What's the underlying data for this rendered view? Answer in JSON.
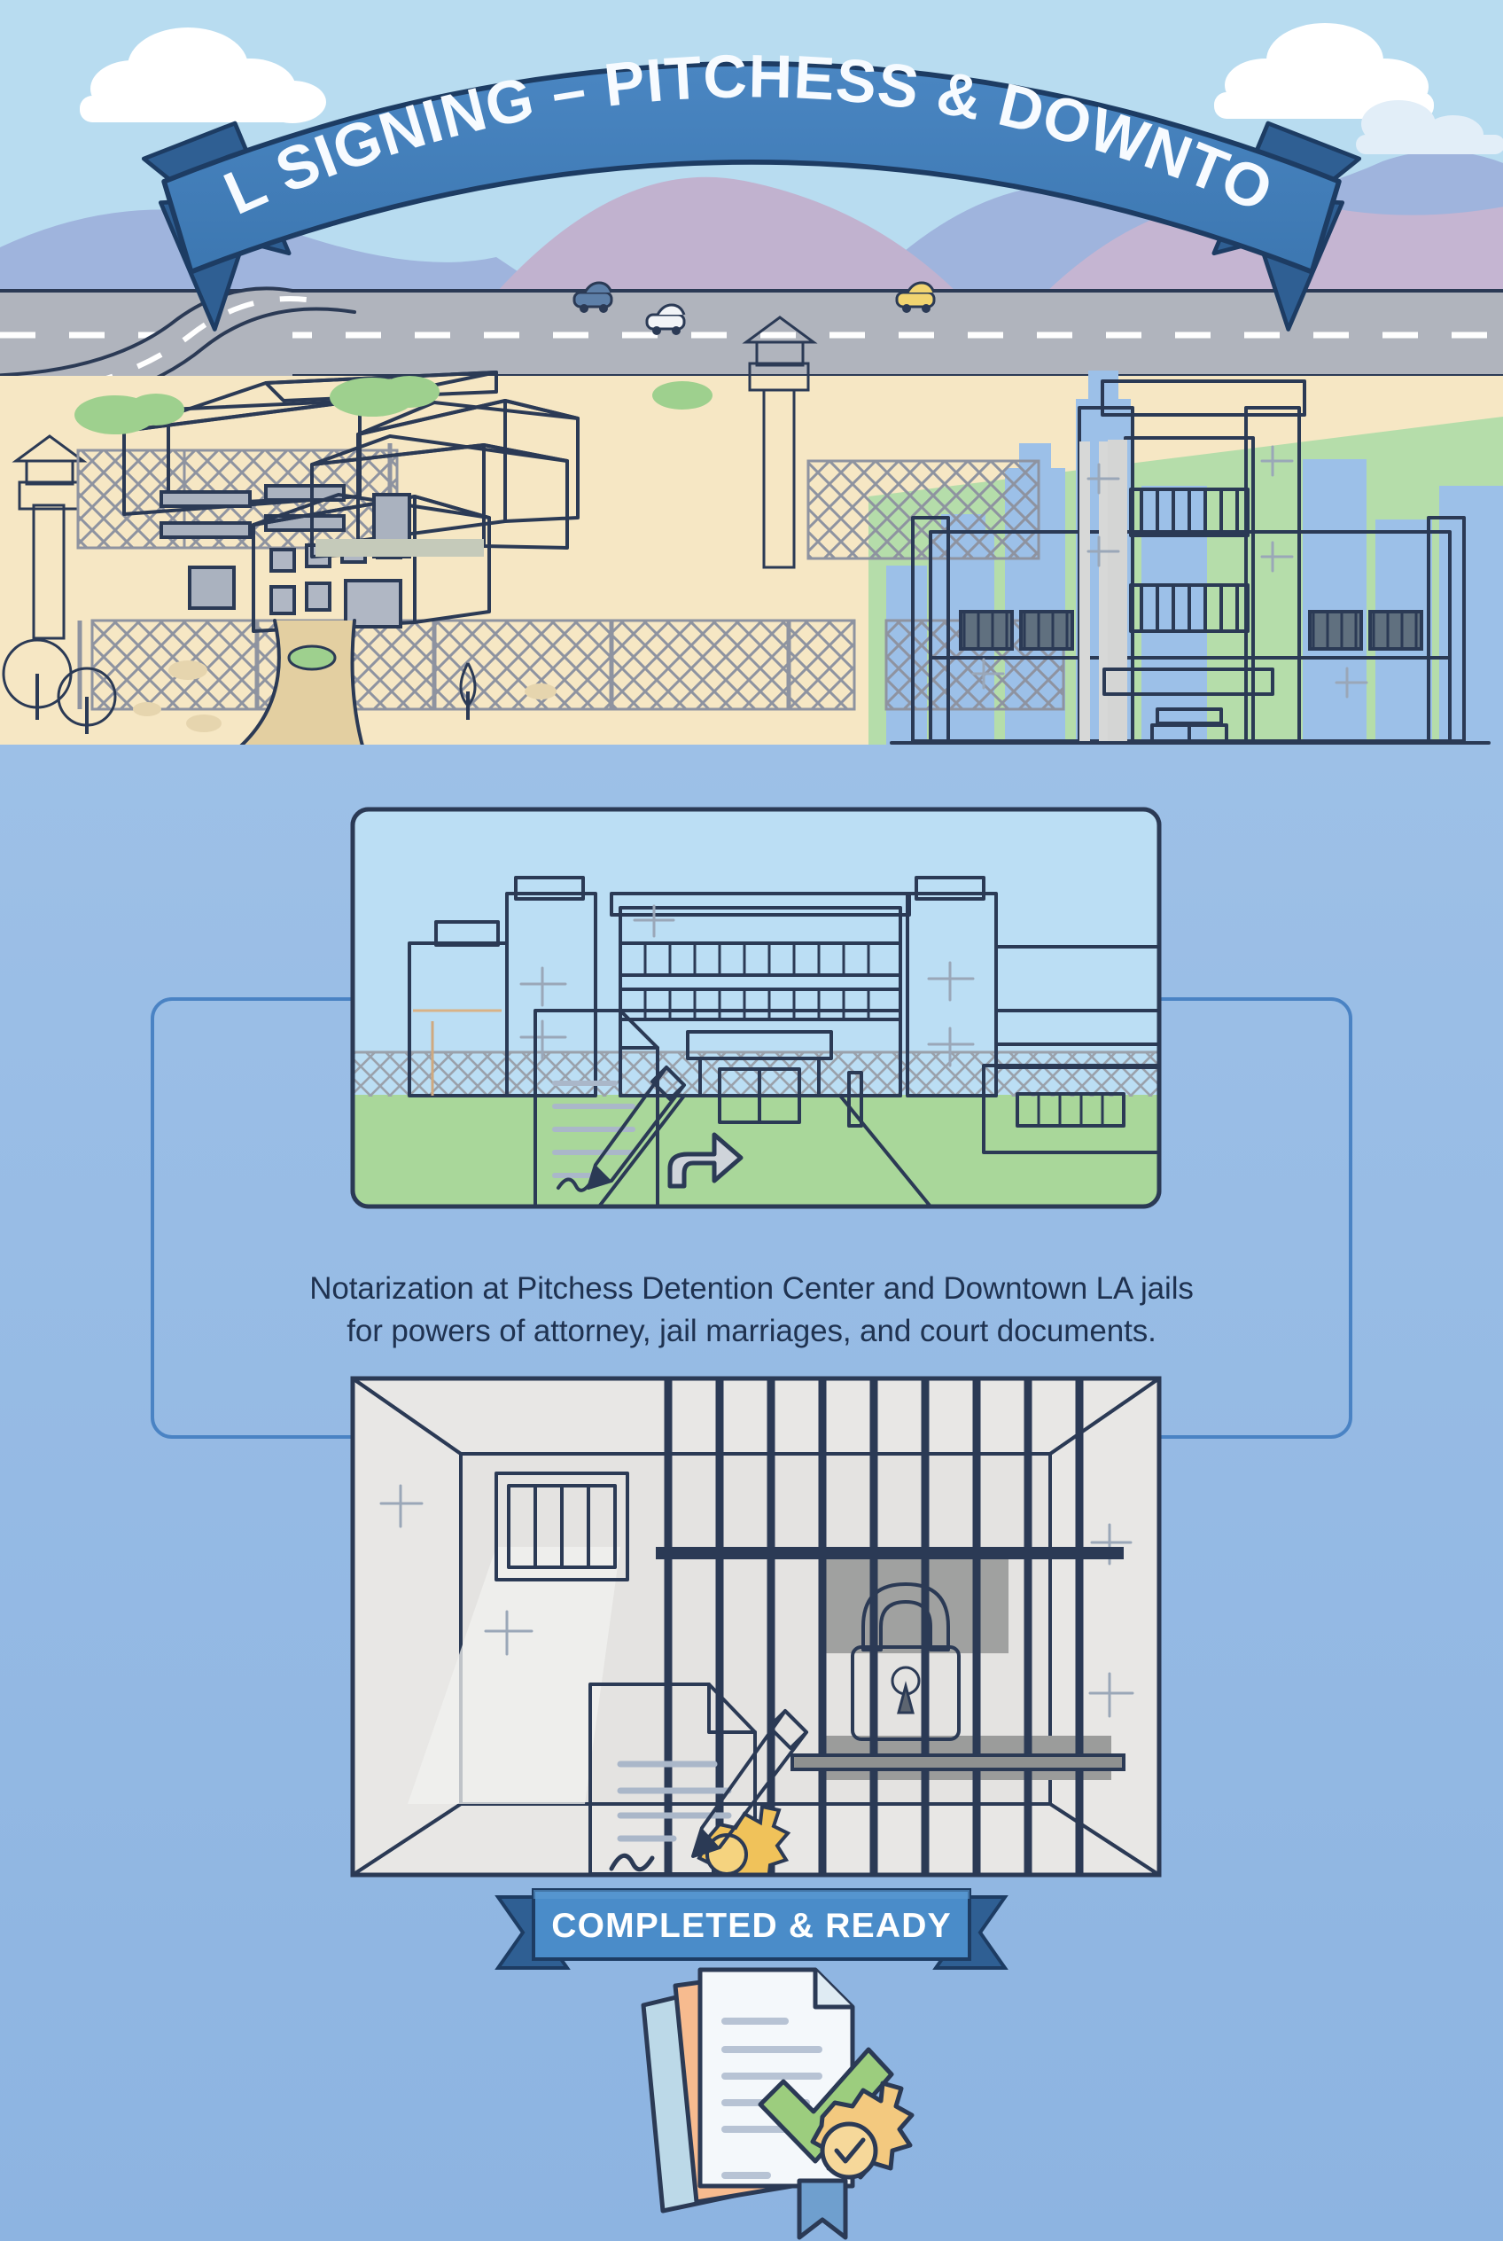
{
  "header": {
    "banner_title": "JAIL SIGNING – PITCHESS & DOWNTOWN",
    "banner_color": "#3f7cb8",
    "banner_dark": "#2f5f93",
    "banner_outline": "#1d3c63"
  },
  "scene_top": {
    "name": "jail-compound-and-downtown-skyline",
    "sky_color": "#b8dcf0",
    "sand_color": "#f6e7c4",
    "road_color": "#b0b4bd",
    "grass_color": "#a8d79a",
    "hill_far_color": "#9fb4dd",
    "hill_near_color": "#c1b2cf",
    "skyline_color": "#9cc0e8",
    "vehicles": [
      {
        "name": "car-blue",
        "color": "#5d7fa8"
      },
      {
        "name": "car-white",
        "color": "#f2f4f7"
      },
      {
        "name": "car-yellow",
        "color": "#f2d571"
      }
    ],
    "elements": [
      "watch-tower-left",
      "watch-tower-center",
      "chain-link-fence",
      "cell-block-buildings",
      "trees",
      "downtown-jail-building"
    ]
  },
  "body_bg": {
    "color_top": "#9cc0e8",
    "color_bottom": "#8fb6e2"
  },
  "frame": {
    "name": "content-outline-frame",
    "stroke": "#4a83c4"
  },
  "card_top": {
    "name": "pitchess-detention-center-card",
    "alt": "Pitchess Detention Center entrance with signed document and pen",
    "sky": "#b9ddf2",
    "grass": "#a9d79a",
    "facade": "#f0dbb4",
    "tower": "#e0cfc6",
    "accent_orange": "#f6b98a",
    "path": "#a9aeb8"
  },
  "caption": {
    "line1": "Notarization at Pitchess Detention Center and Downtown LA jails",
    "line2": "for powers of attorney, jail marriages, and court documents.",
    "color": "#1f3250"
  },
  "card_bottom": {
    "name": "jail-cell-card",
    "alt": "Jail cell interior with barred window, cell bars, padlock, notarized document and pen",
    "wall": "#e4e3e1",
    "wall_side": "#d2d2d1",
    "floor": "#cfcfcd",
    "window_glass": "#7fc3ef",
    "bars": "#2b3a55",
    "lock": "#b9bcc0",
    "seal": "#f0c25a"
  },
  "ribbon": {
    "name": "completed-ready-ribbon",
    "label": "COMPLETED & READY",
    "fill": "#4a8cc9",
    "fill_dark": "#2f5f93",
    "text_color": "#ffffff"
  },
  "footer_icon": {
    "name": "completed-documents-icon",
    "alt": "Stack of documents with green check mark and gold notary seal with ribbon",
    "paper": "#f4f8fb",
    "paper_orange": "#f7bb8f",
    "paper_blue": "#bcd9e8",
    "check_color": "#9ccd7e",
    "seal_color": "#f3c97f",
    "seal_ribbon": "#6f9fce",
    "line_color": "#b7c3d4"
  }
}
